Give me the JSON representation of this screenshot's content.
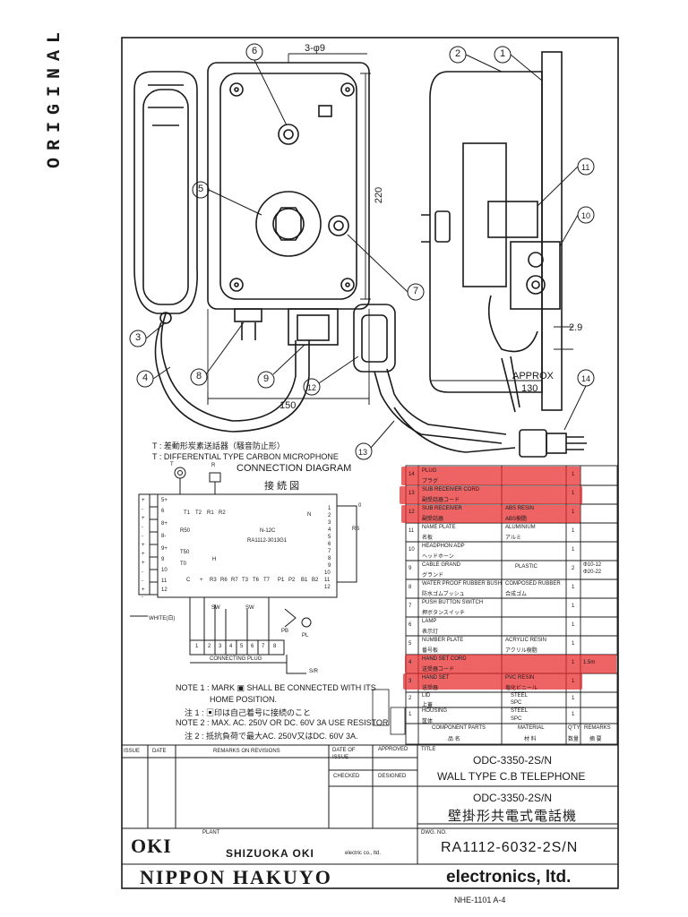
{
  "side_stamp": "ORIGINAL",
  "drawing": {
    "dim_top": "3-φ9",
    "dim_height": "220",
    "dim_width": "150",
    "dim_approx": "APPROX",
    "dim_approx_val": "130",
    "dim_side": "2.9",
    "callouts": [
      "1",
      "2",
      "3",
      "4",
      "5",
      "6",
      "7",
      "8",
      "9",
      "10",
      "11",
      "12",
      "13",
      "14"
    ],
    "t_note_jp": "T : 差動形炭素送話器（騒音防止形）",
    "t_note_en": "T : DIFFERENTIAL TYPE CARBON MICROPHONE"
  },
  "diagram": {
    "title_en": "CONNECTION DIAGRAM",
    "title_jp": "接 続 図",
    "box_label1": "N-12C",
    "box_label2": "RA1112-3013G1",
    "connecting_plug": "CONNECTING PLUG",
    "white_label": "WHITE(白)",
    "pb_label": "PB",
    "pl_label": "PL",
    "rs_label": "RS",
    "sr_label": "S/R",
    "sw_label": "SW",
    "h_label": "H",
    "n_label": "N",
    "t_label": "T",
    "r_label": "R",
    "term_top": [
      "T1",
      "T2",
      "R1",
      "R2"
    ],
    "term_left": [
      "R50",
      "T50",
      "T0"
    ],
    "term_bottom": [
      "C",
      "+",
      "R3",
      "R6",
      "R7",
      "T3",
      "T6",
      "T7",
      "P1",
      "P2",
      "B1",
      "B2"
    ],
    "left_rows": [
      "+",
      "-",
      "+",
      "-",
      "-",
      "+",
      "+",
      "+",
      "-",
      "-",
      "+",
      "-"
    ],
    "left_nums": [
      "5+",
      "6",
      "8+",
      "8-",
      "9+",
      "9",
      "10",
      "11",
      "12"
    ],
    "plug_pins": [
      "1",
      "2",
      "3",
      "4",
      "5",
      "6",
      "7",
      "8"
    ],
    "rs_pins": [
      "1",
      "2",
      "3",
      "4",
      "5",
      "6",
      "7",
      "8",
      "9",
      "10",
      "11",
      "12"
    ],
    "zero_label": "0"
  },
  "notes": {
    "note1_en": "NOTE 1 : MARK ▣ SHALL BE CONNECTED WITH ITS",
    "note1_en2": "HOME POSITION.",
    "note1_jp": "注 1 : ▣印は自己着号に接続のこと",
    "note2_en": "NOTE 2 : MAX. AC. 250V OR DC. 60V 3A USE RESISTOR",
    "note2_jp": "注 2 : 抵抗負荷で最大AC. 250V又はDC. 60V 3A."
  },
  "parts": {
    "header": [
      "COMPONENT PARTS",
      "MATERIAL",
      "Q'TY",
      "REMARKS"
    ],
    "header_jp": [
      "品 名",
      "材 料",
      "数量",
      "摘 要"
    ],
    "rows": [
      {
        "no": "14",
        "en": "PLUG",
        "jp": "プラグ",
        "mat": "",
        "mat_jp": "",
        "qty": "1",
        "rem": ""
      },
      {
        "no": "13",
        "en": "SUB RECEIVER CORD",
        "jp": "副受話器コード",
        "mat": "",
        "mat_jp": "",
        "qty": "1",
        "rem": ""
      },
      {
        "no": "12",
        "en": "SUB RECEIVER",
        "jp": "副受話器",
        "mat": "ABS RESIN",
        "mat_jp": "ABS樹脂",
        "qty": "1",
        "rem": ""
      },
      {
        "no": "11",
        "en": "NAME PLATE",
        "jp": "名板",
        "mat": "ALUMINIUM",
        "mat_jp": "アルミ",
        "qty": "1",
        "rem": ""
      },
      {
        "no": "10",
        "en": "HEADPHON ADP",
        "jp": "ヘッドホーン",
        "mat": "",
        "mat_jp": "",
        "qty": "1",
        "rem": ""
      },
      {
        "no": "9",
        "en": "CABLE GRAND",
        "jp": "グランド",
        "mat": "PLASTIC",
        "mat_jp": "",
        "qty": "2",
        "rem": "Φ10-12\nΦ20-22"
      },
      {
        "no": "8",
        "en": "WATER PROOF RUBBER BUSH",
        "jp": "防水ゴムブッシュ",
        "mat": "COMPOSED RUBBER",
        "mat_jp": "合成ゴム",
        "qty": "1",
        "rem": ""
      },
      {
        "no": "7",
        "en": "PUSH BUTTON SWITCH",
        "jp": "押ボタンスイッチ",
        "mat": "",
        "mat_jp": "",
        "qty": "1",
        "rem": ""
      },
      {
        "no": "6",
        "en": "LAMP",
        "jp": "表示灯",
        "mat": "",
        "mat_jp": "",
        "qty": "1",
        "rem": ""
      },
      {
        "no": "5",
        "en": "NUMBER PLATE",
        "jp": "番号板",
        "mat": "ACRYLIC RESIN",
        "mat_jp": "アクリル樹脂",
        "qty": "1",
        "rem": ""
      },
      {
        "no": "4",
        "en": "HAND SET CORD",
        "jp": "送受器コード",
        "mat": "",
        "mat_jp": "",
        "qty": "1",
        "rem": "1.5m"
      },
      {
        "no": "3",
        "en": "HAND SET",
        "jp": "送受器",
        "mat": "PVC RESIN",
        "mat_jp": "塩化ビニール",
        "qty": "1",
        "rem": ""
      },
      {
        "no": "2",
        "en": "LID",
        "jp": "上蓋",
        "mat": "STEEL",
        "mat_jp": "SPC",
        "qty": "1",
        "rem": ""
      },
      {
        "no": "1",
        "en": "HOUSING",
        "jp": "筐体",
        "mat": "STEEL",
        "mat_jp": "SPC",
        "qty": "1",
        "rem": ""
      }
    ]
  },
  "revisions": {
    "issue": "ISSUE",
    "date": "DATE",
    "remarks": "REMARKS ON REVISIONS",
    "date_of_issue": "DATE OF ISSUE",
    "approved": "APPROVED",
    "checked": "CHECKED",
    "designed": "DESIGNED",
    "title_label": "TITLE",
    "plant_label": "PLANT",
    "dwg_label": "DWG. NO."
  },
  "title_block": {
    "title1": "ODC-3350-2S/N",
    "title2": "WALL TYPE C.B TELEPHONE",
    "title3": "ODC-3350-2S/N",
    "title_jp": "壁掛形共電式電話機",
    "dwg_no": "RA1112-6032-2S/N",
    "company_logo": "OKI",
    "company_name": "SHIZUOKA OKI",
    "company_suffix": "electric co., ltd.",
    "footer_name": "NIPPON HAKUYO",
    "footer_suffix": "electronics, ltd.",
    "form_no": "NHE-1101 A-4"
  },
  "colors": {
    "highlight": "#e82828",
    "ink": "#1a1a1a"
  }
}
